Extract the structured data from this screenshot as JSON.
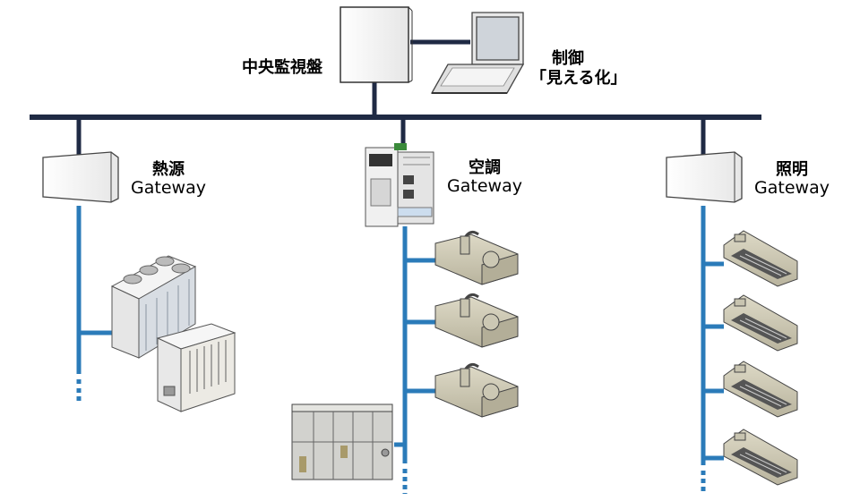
{
  "central": {
    "label": "中央監視盤"
  },
  "control": {
    "line1": "制御",
    "line2": "「見える化」"
  },
  "gateways": [
    {
      "name": "熱源",
      "suffix": "Gateway"
    },
    {
      "name": "空調",
      "suffix": "Gateway"
    },
    {
      "name": "照明",
      "suffix": "Gateway"
    }
  ],
  "colors": {
    "backbone": "#1f2a44",
    "field_bus": "#2b7bb9",
    "box_fill": "#f2f2f2",
    "equipment": "#cfcbb8"
  }
}
